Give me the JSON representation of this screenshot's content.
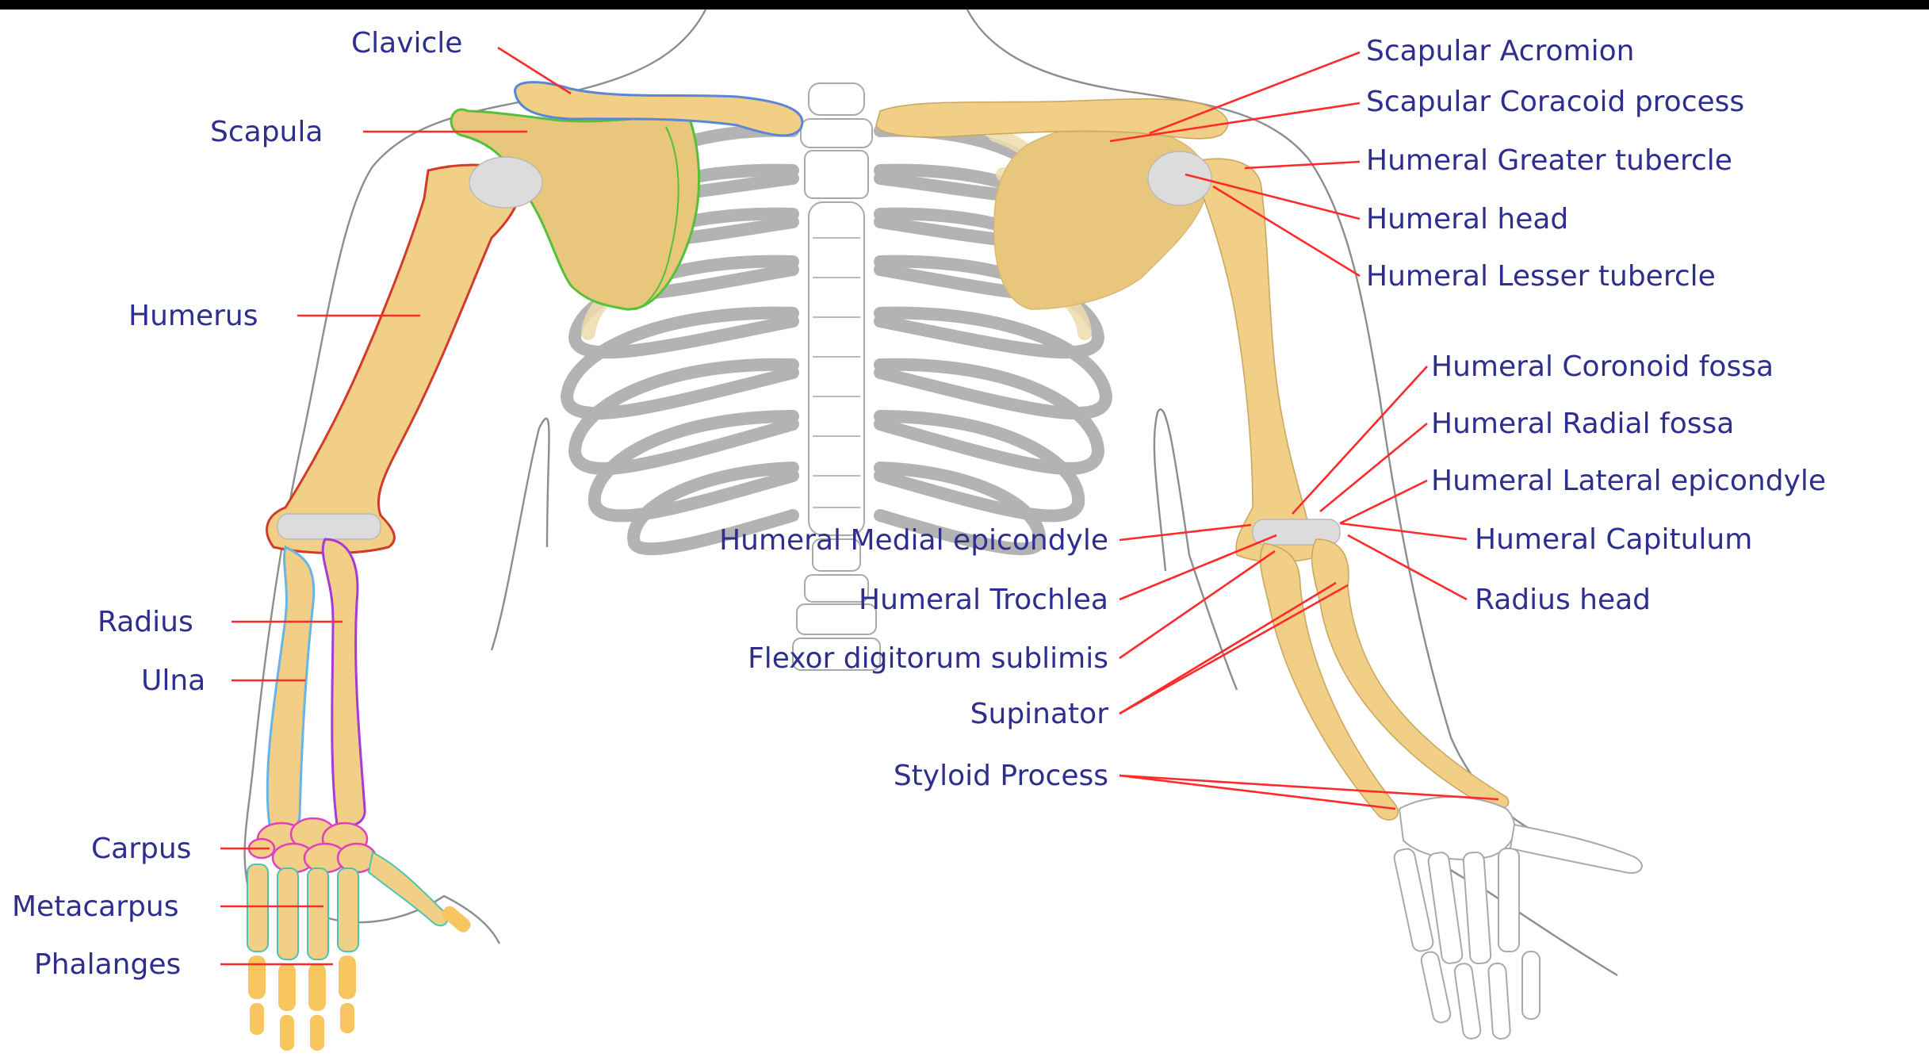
{
  "labels_left": {
    "clavicle": "Clavicle",
    "scapula": "Scapula",
    "humerus": "Humerus",
    "radius": "Radius",
    "ulna": "Ulna",
    "carpus": "Carpus",
    "metacarpus": "Metacarpus",
    "phalanges": "Phalanges"
  },
  "labels_right": {
    "scapular_acromion": "Scapular Acromion",
    "scapular_coracoid": "Scapular Coracoid process",
    "humeral_greater_tubercle": "Humeral Greater tubercle",
    "humeral_head": "Humeral head",
    "humeral_lesser_tubercle": "Humeral Lesser tubercle",
    "humeral_coronoid_fossa": "Humeral Coronoid fossa",
    "humeral_radial_fossa": "Humeral Radial fossa",
    "humeral_lateral_epicondyle": "Humeral Lateral epicondyle",
    "humeral_capitulum": "Humeral Capitulum",
    "radius_head": "Radius head"
  },
  "labels_center": {
    "humeral_medial_epicondyle": "Humeral Medial epicondyle",
    "humeral_trochlea": "Humeral Trochlea",
    "flexor_digitorum": "Flexor digitorum sublimis",
    "supinator": "Supinator",
    "styloid_process": "Styloid Process"
  },
  "colors": {
    "label_text": "#2e2e8f",
    "leader_line": "#ff2a2a",
    "bone": "#f2cf86",
    "outline": "#8d8d8d"
  }
}
